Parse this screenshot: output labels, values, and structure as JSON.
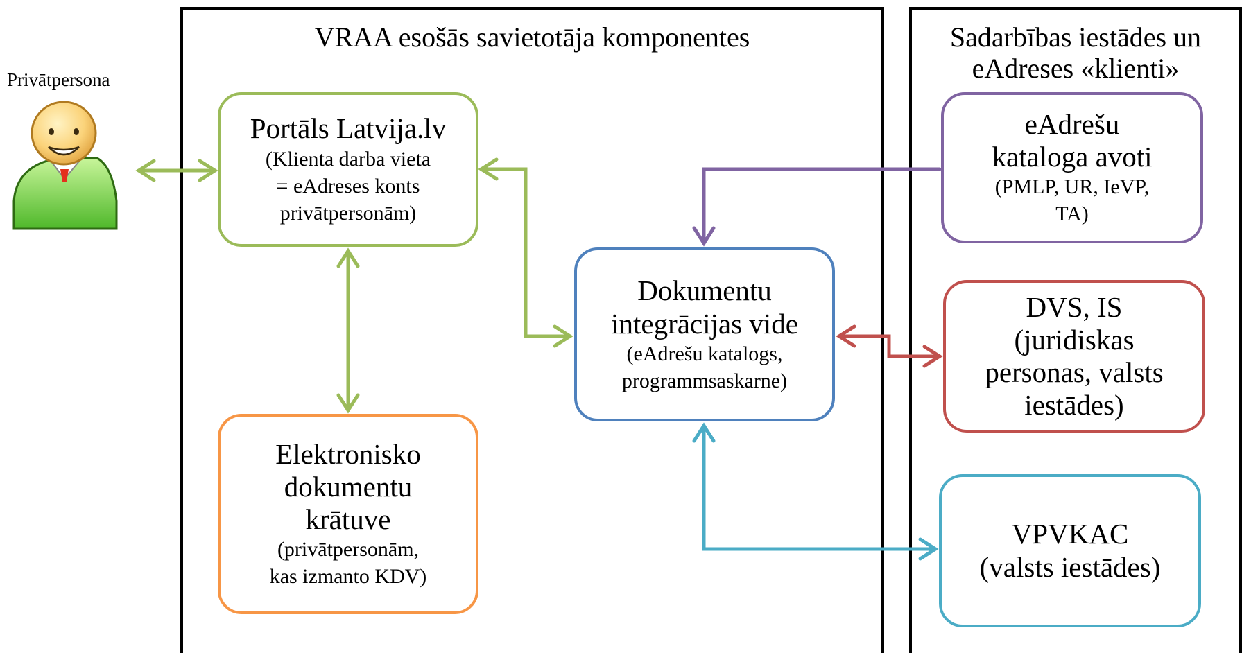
{
  "actor": {
    "label": "Privātpersona"
  },
  "panels": {
    "vraa": {
      "title": "VRAA esošās savietotāja komponentes"
    },
    "partners": {
      "title_line1": "Sadarbības iestādes un",
      "title_line2": "eAdreses «klienti»"
    }
  },
  "nodes": {
    "portal": {
      "title": "Portāls Latvija.lv",
      "line1": "(Klienta darba vieta",
      "line2": "= eAdreses konts",
      "line3": "privātpersonām)",
      "color": "#9BBB59"
    },
    "storage": {
      "line1": "Elektronisko",
      "line2": "dokumentu",
      "line3": "krātuve",
      "line4": "(privātpersonām,",
      "line5": "kas izmanto KDV)",
      "color": "#F79646"
    },
    "integration": {
      "line1": "Dokumentu",
      "line2": "integrācijas vide",
      "line3": "(eAdrešu katalogs,",
      "line4": "programmsaskarne)",
      "color": "#4F81BD"
    },
    "catalog_sources": {
      "line1": "eAdrešu",
      "line2": "kataloga avoti",
      "line3": "(PMLP, UR, IeVP,",
      "line4": "TA)",
      "color": "#8064A2"
    },
    "dvs": {
      "line1": "DVS, IS",
      "line2": "(juridiskas",
      "line3": "personas, valsts",
      "line4": "iestādes)",
      "color": "#C0504D"
    },
    "vpvkac": {
      "line1": "VPVKAC",
      "line2": "(valsts iestādes)",
      "color": "#4BACC6"
    }
  },
  "edges": [
    {
      "from": "actor",
      "to": "portal",
      "direction": "both",
      "color": "#9BBB59"
    },
    {
      "from": "portal",
      "to": "storage",
      "direction": "both",
      "color": "#9BBB59"
    },
    {
      "from": "portal",
      "to": "integration",
      "direction": "both",
      "color": "#9BBB59"
    },
    {
      "from": "catalog_sources",
      "to": "integration",
      "direction": "forward",
      "color": "#8064A2"
    },
    {
      "from": "integration",
      "to": "dvs",
      "direction": "both",
      "color": "#C0504D"
    },
    {
      "from": "integration",
      "to": "vpvkac",
      "direction": "both",
      "color": "#4BACC6"
    }
  ]
}
